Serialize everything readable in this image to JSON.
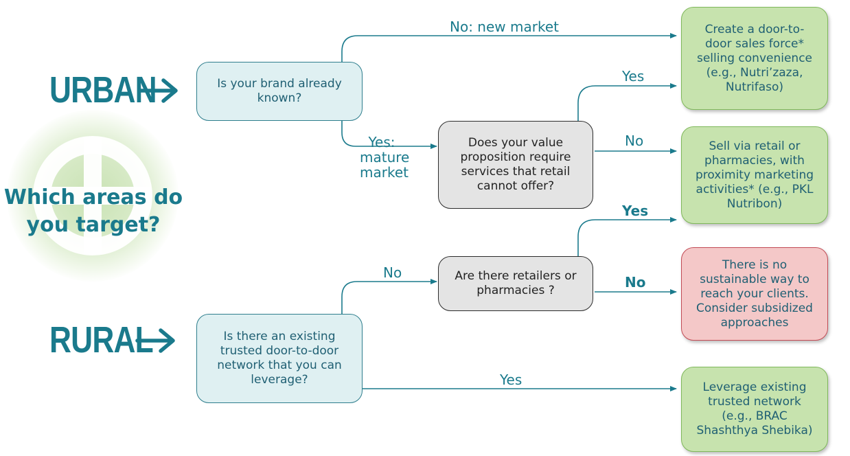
{
  "center_question": "Which areas do you target?",
  "areas": {
    "urban": "URBAN",
    "rural": "RURAL"
  },
  "questions": {
    "brand_known": "Is your brand already known?",
    "value_prop": "Does your value proposition require services that retail cannot offer?",
    "retailers": "Are there retailers or pharmacies ?",
    "door_network": "Is there an existing trusted door-to-door network that you can leverage?"
  },
  "outcomes": {
    "door_to_door": "Create a door-to-door sales force* selling convenience (e.g., Nutri’zaza, Nutrifaso)",
    "retail": "Sell via retail or pharmacies, with proximity marketing activities* (e.g., PKL Nutribon)",
    "no_way": "There is no sustainable way to reach your clients. Consider subsidized approaches",
    "leverage": "Leverage existing trusted network (e.g., BRAC Shashthya Shebika)"
  },
  "edge_labels": {
    "new_market": "No: new market",
    "mature_1": "Yes:",
    "mature_2": "mature",
    "mature_3": "market",
    "vp_yes": "Yes",
    "vp_no": "No",
    "ret_yes": "Yes",
    "ret_no": "No",
    "net_no": "No",
    "net_yes": "Yes"
  },
  "colors": {
    "teal": "#1a7a8c",
    "question_fill": "#dff0f2",
    "decision_fill": "#e4e4e4",
    "outcome_green": "#c7e3ae",
    "outcome_red": "#f4c8c8",
    "center_glow": "#c9e2b4"
  }
}
